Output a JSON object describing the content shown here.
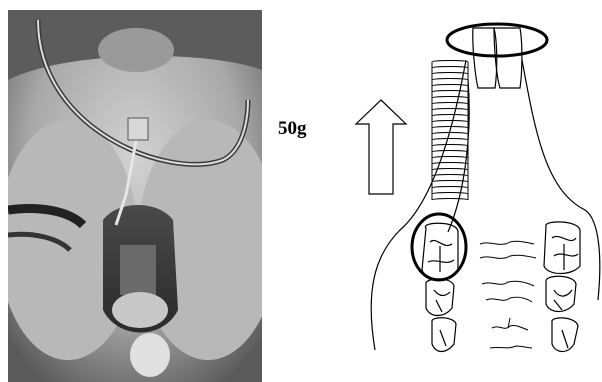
{
  "figure": {
    "force_label": "50g",
    "arrow_direction": "up",
    "photo_description_icon": "rat-mouth-photo",
    "colors": {
      "line": "#000000",
      "photo_tone": "#8a8a8a"
    }
  }
}
